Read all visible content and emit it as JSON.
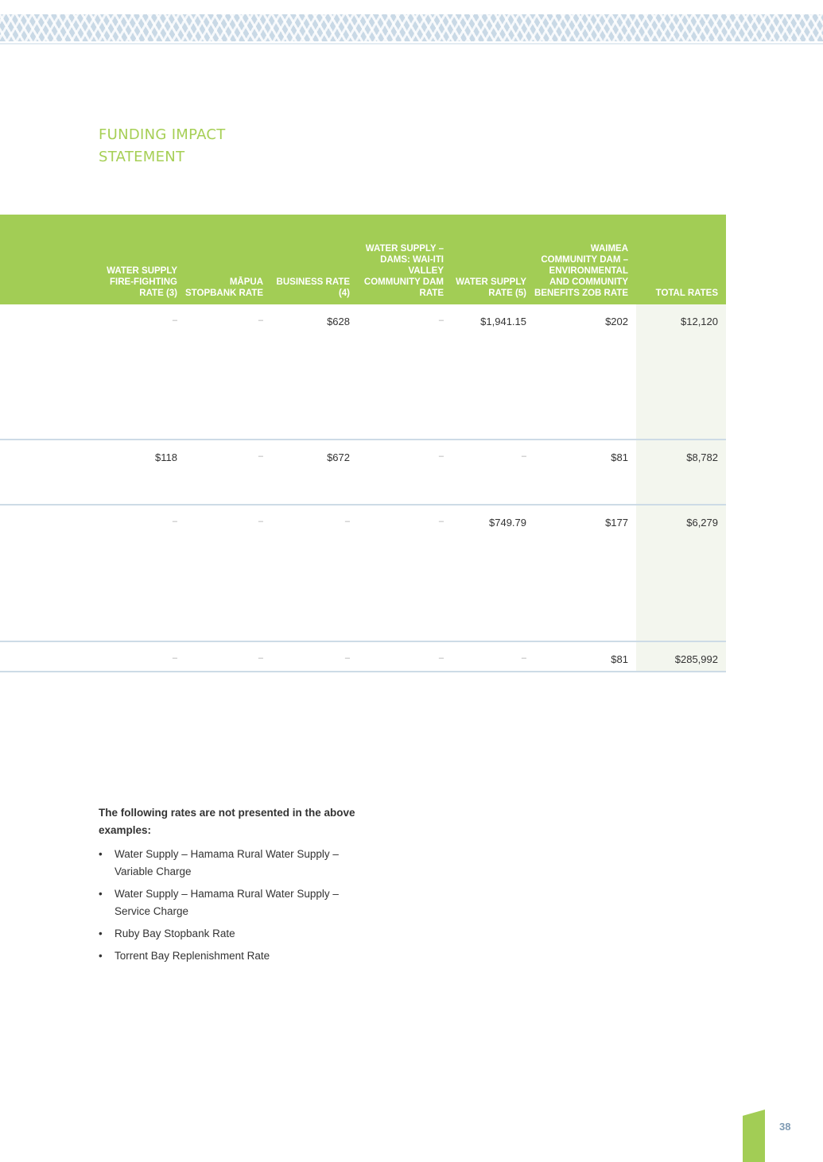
{
  "heading": {
    "line1": "FUNDING IMPACT",
    "line2": "STATEMENT"
  },
  "table": {
    "columns": [
      "",
      "WATER SUPPLY FIRE-FIGHTING RATE (3)",
      "MĀPUA STOPBANK RATE",
      "BUSINESS RATE (4)",
      "WATER SUPPLY – DAMS: WAI-ITI VALLEY COMMUNITY DAM RATE",
      "WATER SUPPLY RATE (5)",
      "WAIMEA COMMUNITY DAM – ENVIRONMENTAL AND COMMUNITY BENEFITS ZOB RATE",
      "TOTAL RATES"
    ],
    "rows": [
      [
        "",
        "–",
        "–",
        "$628",
        "–",
        "$1,941.15",
        "$202",
        "$12,120"
      ],
      [
        "",
        "$118",
        "–",
        "$672",
        "–",
        "–",
        "$81",
        "$8,782"
      ],
      [
        "",
        "–",
        "–",
        "–",
        "–",
        "$749.79",
        "$177",
        "$6,279"
      ],
      [
        "",
        "–",
        "–",
        "–",
        "–",
        "–",
        "$81",
        "$285,992"
      ]
    ]
  },
  "notes": {
    "title": "The following rates are not presented in the above examples:",
    "bullet": "•",
    "items": [
      "Water Supply – Hamama Rural Water Supply – Variable Charge",
      "Water Supply – Hamama Rural Water Supply – Service Charge",
      "Ruby Bay Stopbank Rate",
      "Torrent Bay Replenishment Rate"
    ]
  },
  "page_number": "38",
  "colors": {
    "accent_green": "#a2cd55",
    "heading_green": "#a6cf55",
    "rule_blue": "#cddbe6",
    "page_num": "#7f9bb4"
  }
}
